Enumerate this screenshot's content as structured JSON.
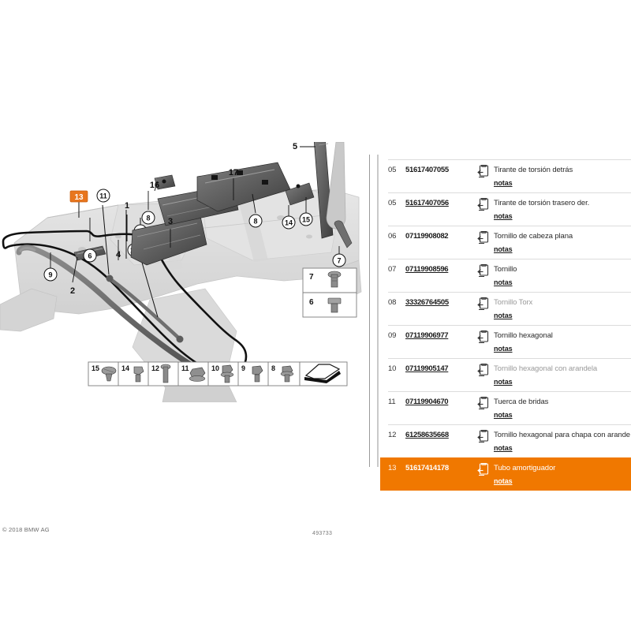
{
  "diagram": {
    "copyright": "© 2018 BMW AG",
    "diagram_id": "493733",
    "callouts": [
      {
        "label": "13",
        "type": "highlight"
      },
      {
        "label": "11",
        "type": "circle"
      },
      {
        "label": "1",
        "type": "plain"
      },
      {
        "label": "10",
        "type": "circle"
      },
      {
        "label": "12",
        "type": "circle"
      },
      {
        "label": "5",
        "type": "plain"
      },
      {
        "label": "14",
        "type": "circle"
      },
      {
        "label": "15",
        "type": "circle"
      },
      {
        "label": "7",
        "type": "circle"
      },
      {
        "label": "16",
        "type": "plain"
      },
      {
        "label": "17",
        "type": "plain"
      },
      {
        "label": "8",
        "type": "circle"
      },
      {
        "label": "3",
        "type": "plain"
      },
      {
        "label": "4",
        "type": "plain"
      },
      {
        "label": "6",
        "type": "circle"
      },
      {
        "label": "9",
        "type": "circle"
      },
      {
        "label": "2",
        "type": "plain"
      }
    ],
    "legend_box": {
      "items": [
        {
          "label": "7",
          "icon": "bolt-round-head"
        },
        {
          "label": "6",
          "icon": "bolt-flange-head"
        }
      ]
    },
    "fastener_strip": {
      "items": [
        {
          "label": "15",
          "icon": "screw-pan-head"
        },
        {
          "label": "14",
          "icon": "screw-hex-washer"
        },
        {
          "label": "12",
          "icon": "screw-long-shaft"
        },
        {
          "label": "11",
          "icon": "flange-nut"
        },
        {
          "label": "10",
          "icon": "screw-hex-collar"
        },
        {
          "label": "9",
          "icon": "screw-hex-flange"
        },
        {
          "label": "8",
          "icon": "screw-hex-washer"
        }
      ],
      "direction_icon": "arrow-orientation-icon"
    }
  },
  "parts_table": {
    "rows": [
      {
        "index": "05",
        "part_number": "51617407055",
        "number_linked": false,
        "description": "Tirante de torsión detrás",
        "notes_label": "notas",
        "icon": "document-link-icon",
        "highlighted": false,
        "faded": false
      },
      {
        "index": "05",
        "part_number": "51617407056",
        "number_linked": true,
        "description": "Tirante de torsión trasero der.",
        "notes_label": "notas",
        "icon": "document-link-icon",
        "highlighted": false,
        "faded": false
      },
      {
        "index": "06",
        "part_number": "07119908082",
        "number_linked": false,
        "description": "Tornillo de cabeza plana",
        "notes_label": "notas",
        "icon": "document-link-icon",
        "highlighted": false,
        "faded": false
      },
      {
        "index": "07",
        "part_number": "07119908596",
        "number_linked": true,
        "description": "Tornillo",
        "notes_label": "notas",
        "icon": "document-link-icon",
        "highlighted": false,
        "faded": false
      },
      {
        "index": "08",
        "part_number": "33326764505",
        "number_linked": true,
        "description": "Tornillo Torx",
        "notes_label": "notas",
        "icon": "document-link-icon",
        "highlighted": false,
        "faded": true
      },
      {
        "index": "09",
        "part_number": "07119906977",
        "number_linked": true,
        "description": "Tornillo hexagonal",
        "notes_label": "notas",
        "icon": "document-link-icon",
        "highlighted": false,
        "faded": false
      },
      {
        "index": "10",
        "part_number": "07119905147",
        "number_linked": true,
        "description": "Tornillo hexagonal con arandela",
        "notes_label": "notas",
        "icon": "document-link-icon",
        "highlighted": false,
        "faded": true
      },
      {
        "index": "11",
        "part_number": "07119904670",
        "number_linked": true,
        "description": "Tuerca de bridas",
        "notes_label": "notas",
        "icon": "document-link-icon",
        "highlighted": false,
        "faded": false
      },
      {
        "index": "12",
        "part_number": "61258635668",
        "number_linked": true,
        "description": "Tornillo hexagonal para chapa con arande",
        "notes_label": "notas",
        "icon": "document-link-icon",
        "highlighted": false,
        "faded": false
      },
      {
        "index": "13",
        "part_number": "51617414178",
        "number_linked": false,
        "description": "Tubo amortiguador",
        "notes_label": "notas",
        "icon": "document-link-icon",
        "highlighted": true,
        "faded": false
      }
    ]
  },
  "colors": {
    "highlight_orange": "#f07800",
    "callout_orange": "#e8761e",
    "text_dark": "#2b2b2b",
    "rule_gray": "#dcdcdc",
    "diagram_gray": "#d8d8d8"
  }
}
